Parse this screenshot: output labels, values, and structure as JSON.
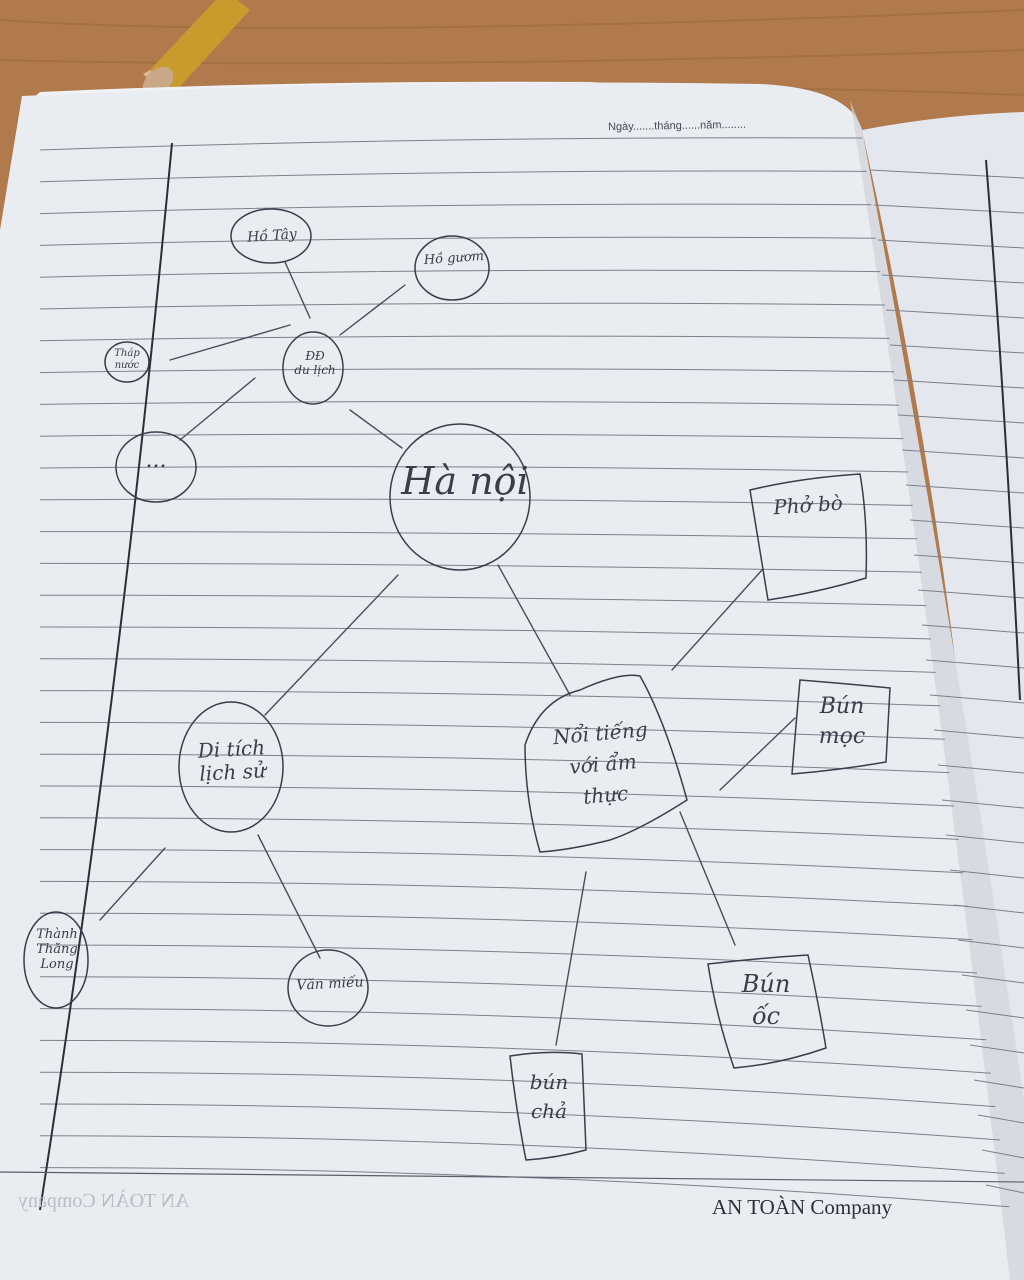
{
  "header": {
    "date_line": "Ngày.......tháng......năm........"
  },
  "footer": {
    "company": "AN TOÀN Company",
    "mirrored_company": "AN TOÀN Company"
  },
  "mindmap": {
    "center": "Hà nội",
    "tourism": "ĐĐ\ndu lịch",
    "ho_tay": "Hồ Tây",
    "ho_guom": "Hồ gươm",
    "thap_nuoc": "Tháp\nnước",
    "ellipsis": "...",
    "history": "Di tích\nlịch sử",
    "thang_long": "Thành\nThăng\nLong",
    "van_mieu": "Văn miếu",
    "food": "Nổi tiếng\nvới ẩm\nthực",
    "pho_bo": "Phở bò",
    "bun_moc": "Bún\nmọc",
    "bun_oc": "Bún\nốc",
    "bun_cha": "bún\nchả"
  },
  "colors": {
    "desk": "#b07a4c",
    "paper": "#e9ecf1",
    "rule_line": "#7d808c",
    "pencil": "#3a3d4a",
    "pencil_body": "#c99a2c"
  }
}
